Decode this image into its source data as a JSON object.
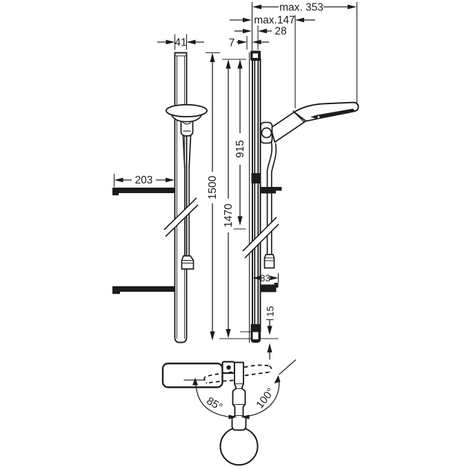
{
  "drawing": {
    "name": "Shower rail set dimensional drawing",
    "views": {
      "front": "front view",
      "side": "side view",
      "bottom": "top view of hand shower swivel"
    }
  },
  "colors": {
    "ink": "#1c1c1c",
    "bg": "#ffffff"
  },
  "dims": {
    "max_depth": "max. 353",
    "max_head_offset": "max.147",
    "rail_offset": "28",
    "wall_gap": "7",
    "rail_width": "41",
    "shelf_length": "203",
    "rail_length": "1500",
    "hole_distance": "1470",
    "upper_span": "915",
    "bracket_depth": "83",
    "bottom_offset": "15",
    "swivel_left": "85°",
    "swivel_right": "100°"
  }
}
